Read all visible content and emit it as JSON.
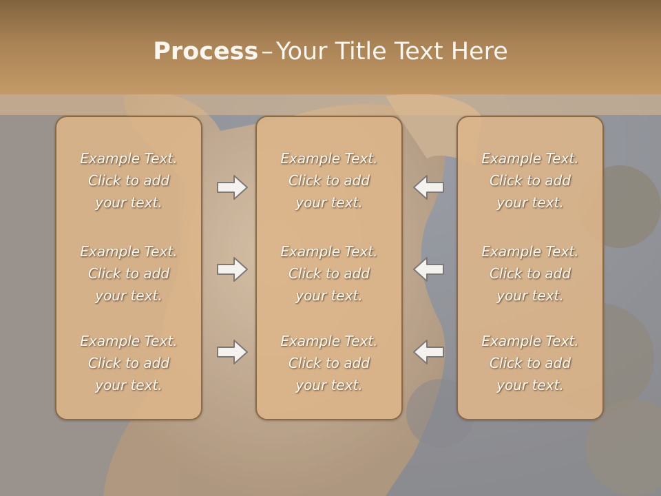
{
  "slide": {
    "title_bold": "Process",
    "title_sep": "–",
    "title_rest": "Your Title Text Here",
    "columns": [
      {
        "items": [
          [
            "Example Text.",
            "Click  to add",
            "your text."
          ],
          [
            "Example Text.",
            "Click  to add",
            "your text."
          ],
          [
            "Example Text.",
            "Click  to add",
            "your text."
          ]
        ]
      },
      {
        "items": [
          [
            "Example Text.",
            "Click  to add",
            "your text."
          ],
          [
            "Example Text.",
            "Click  to add",
            "your text."
          ],
          [
            "Example Text.",
            "Click  to add",
            "your text."
          ]
        ]
      },
      {
        "items": [
          [
            "Example Text.",
            "Click  to add",
            "your text."
          ],
          [
            "Example Text.",
            "Click  to add",
            "your text."
          ],
          [
            "Example Text.",
            "Click  to add",
            "your text."
          ]
        ]
      }
    ],
    "arrows": {
      "left_group": "right-arrow-icon",
      "right_group": "left-arrow-icon"
    },
    "colors": {
      "header": "#a98255",
      "box_fill": "#dbb589",
      "box_border": "#8a6a44",
      "text": "#fffaf2"
    }
  }
}
